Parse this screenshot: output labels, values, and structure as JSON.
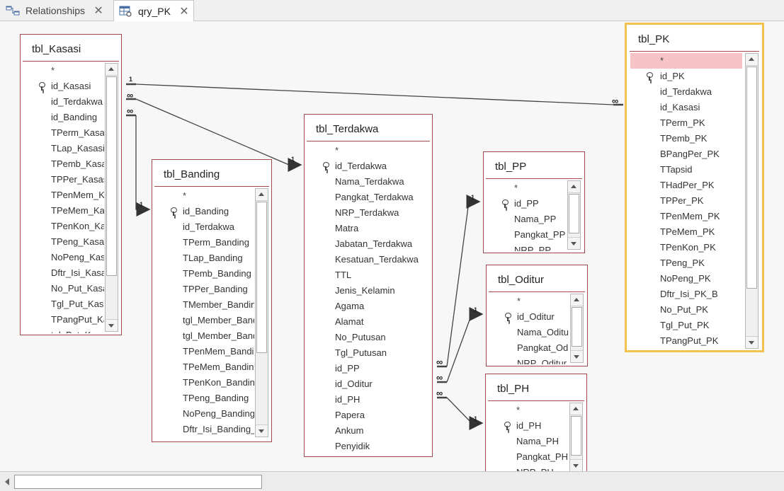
{
  "tabs": [
    {
      "label": "Relationships",
      "icon": "relationships-icon",
      "active": false
    },
    {
      "label": "qry_PK",
      "icon": "query-icon",
      "active": true
    }
  ],
  "tables": {
    "kasasi": {
      "title": "tbl_Kasasi",
      "fields": [
        "*",
        "id_Kasasi",
        "id_Terdakwa",
        "id_Banding",
        "TPerm_Kasasi",
        "TLap_Kasasi",
        "TPemb_Kasasi",
        "TPPer_Kasasi",
        "TPenMem_Kasasi",
        "TPeMem_Kasasi",
        "TPenKon_Kasasi",
        "TPeng_Kasasi",
        "NoPeng_Kasasi",
        "Dftr_Isi_Kasasi",
        "No_Put_Kasasi",
        "Tgl_Put_Kasasi",
        "TPangPut_Kasasi",
        "tgl_Put_Kasasi"
      ]
    },
    "banding": {
      "title": "tbl_Banding",
      "fields": [
        "*",
        "id_Banding",
        "id_Terdakwa",
        "TPerm_Banding",
        "TLap_Banding",
        "TPemb_Banding",
        "TPPer_Banding",
        "TMember_Banding",
        "tgl_Member_Banding",
        "tgl_Member_Banding",
        "TPenMem_Banding",
        "TPeMem_Banding",
        "TPenKon_Banding",
        "TPeng_Banding",
        "NoPeng_Banding",
        "Dftr_Isi_Banding_A"
      ]
    },
    "terdakwa": {
      "title": "tbl_Terdakwa",
      "fields": [
        "*",
        "id_Terdakwa",
        "Nama_Terdakwa",
        "Pangkat_Terdakwa",
        "NRP_Terdakwa",
        "Matra",
        "Jabatan_Terdakwa",
        "Kesatuan_Terdakwa",
        "TTL",
        "Jenis_Kelamin",
        "Agama",
        "Alamat",
        "No_Putusan",
        "Tgl_Putusan",
        "id_PP",
        "id_Oditur",
        "id_PH",
        "Papera",
        "Ankum",
        "Penyidik"
      ]
    },
    "pp": {
      "title": "tbl_PP",
      "fields": [
        "*",
        "id_PP",
        "Nama_PP",
        "Pangkat_PP",
        "NRP_PP"
      ]
    },
    "oditur": {
      "title": "tbl_Oditur",
      "fields": [
        "*",
        "id_Oditur",
        "Nama_Oditur",
        "Pangkat_Oditur",
        "NRP_Oditur"
      ]
    },
    "ph": {
      "title": "tbl_PH",
      "fields": [
        "*",
        "id_PH",
        "Nama_PH",
        "Pangkat_PH",
        "NRP_PH"
      ]
    },
    "pk": {
      "title": "tbl_PK",
      "fields": [
        "*",
        "id_PK",
        "id_Terdakwa",
        "id_Kasasi",
        "TPerm_PK",
        "TPemb_PK",
        "BPangPer_PK",
        "TTapsid",
        "THadPer_PK",
        "TPPer_PK",
        "TPenMem_PK",
        "TPeMem_PK",
        "TPenKon_PK",
        "TPeng_PK",
        "NoPeng_PK",
        "Dftr_Isi_PK_B",
        "No_Put_PK",
        "Tgl_Put_PK",
        "TPangPut_PK"
      ]
    }
  },
  "relationship_labels": {
    "one": "1",
    "many": "∞"
  },
  "colors": {
    "table_border": "#a5484b",
    "selected_border": "#f2c14e",
    "selected_row": "#f8c3c6"
  }
}
